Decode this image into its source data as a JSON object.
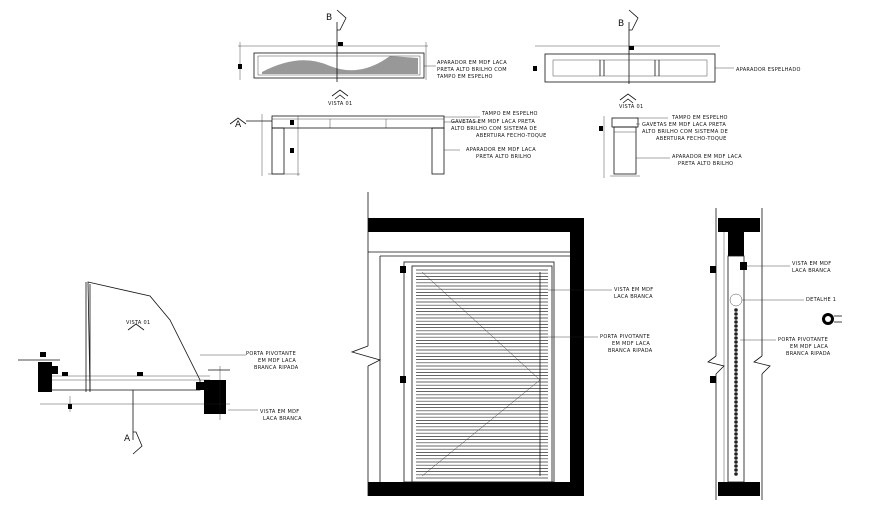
{
  "markers": {
    "section_b": "B",
    "section_a": "A"
  },
  "labels": {
    "aparador_mdf_laca": "APARADOR EM MDF LACA",
    "preta_alto_brilho_com": "PRETA ALTO BRILHO COM",
    "tampo_em_espelho": "TAMPO EM ESPELHO",
    "aparador_espelhado": "APARADOR ESPELHADO",
    "vista_01": "VISTA 01",
    "tampo_espelho": "TAMPO EM ESPELHO",
    "gavetas_mdf": "GAVETAS EM MDF LACA PRETA",
    "alto_brilho_sistema": "ALTO BRILHO COM SISTEMA DE",
    "abertura_fecho": "ABERTURA FECHO-TOQUE",
    "aparador_mdf_laca_2": "APARADOR EM MDF LACA",
    "preta_alto_brilho": "PRETA ALTO BRILHO",
    "porta_pivotante": "PORTA PIVOTANTE",
    "em_mdf_laca": "EM MDF LACA",
    "branca_ripada": "BRANCA RIPADA",
    "vista_mdf": "VISTA EM MDF",
    "laca_branca": "LACA BRANCA",
    "detalhe_1": "DETALHE 1"
  }
}
